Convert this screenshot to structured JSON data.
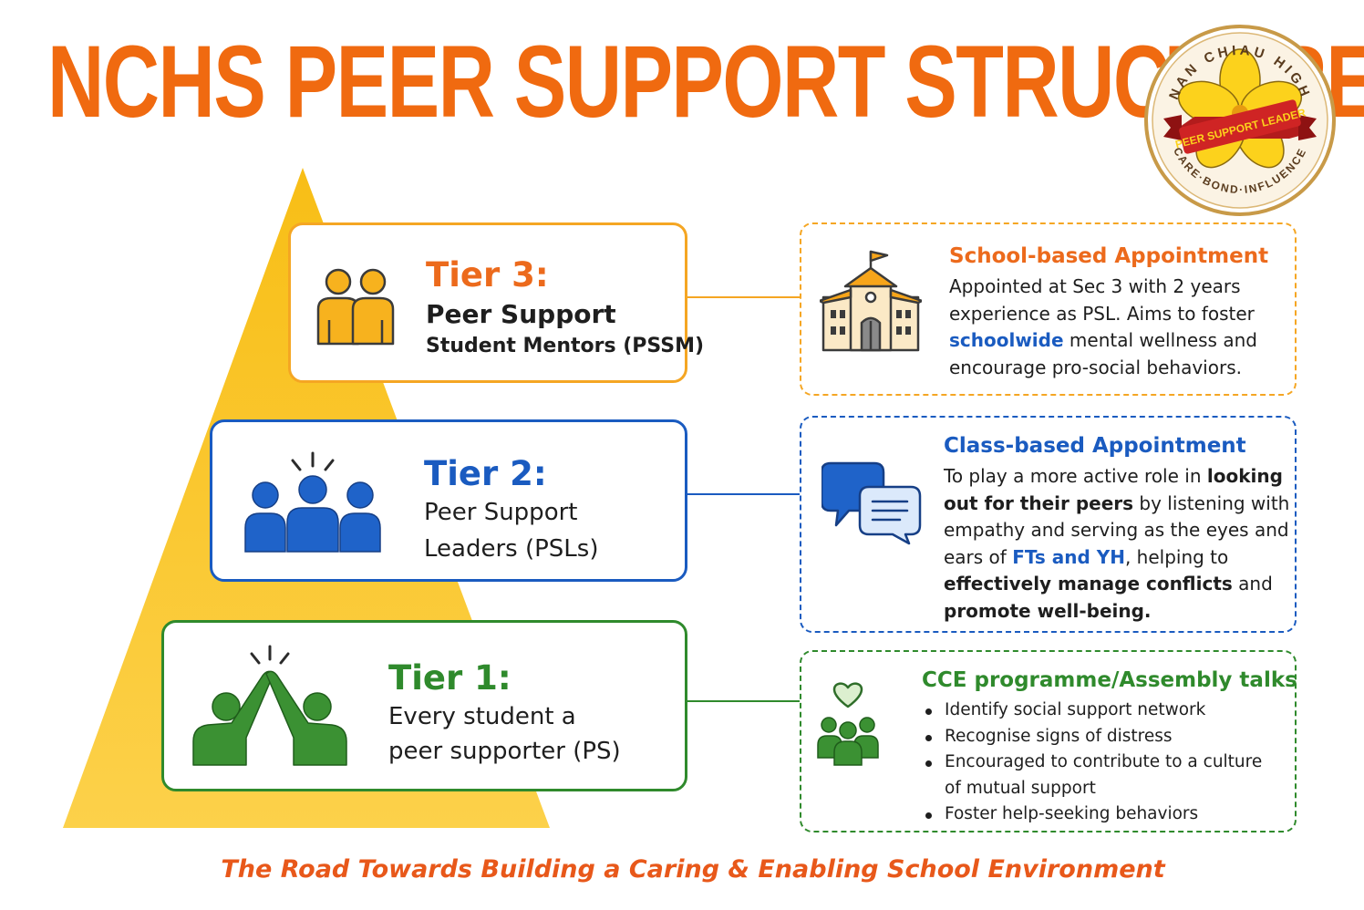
{
  "title": "NCHS PEER SUPPORT STRUCTURE",
  "footer": "The Road Towards Building a Caring & Enabling School Environment",
  "logo": {
    "top_text": "NAN CHIAU HIGH",
    "banner_text": "PEER SUPPORT LEADER",
    "bottom_text": "CARE·BOND·INFLUENCE"
  },
  "colors": {
    "title": "#f06a10",
    "tier3": "#f5a623",
    "tier3_text": "#ec6a1c",
    "tier2": "#1a5bc0",
    "tier1": "#2f8a2c",
    "pyramid": "#fac825"
  },
  "tiers": [
    {
      "id": "tier3",
      "icon": "two-people-icon",
      "heading": "Tier 3:",
      "lines": [
        "Peer Support",
        "Student Mentors (PSSM)"
      ],
      "desc_icon": "school-building-icon",
      "desc_title": "School-based Appointment",
      "desc_lines": [
        "Appointed at Sec 3 with 2 years",
        "experience as PSL. Aims to foster",
        "schoolwide mental wellness and",
        "encourage pro-social behaviors."
      ]
    },
    {
      "id": "tier2",
      "icon": "group-of-three-icon",
      "heading": "Tier 2:",
      "lines": [
        "Peer Support",
        "Leaders (PSLs)"
      ],
      "desc_icon": "chat-bubbles-icon",
      "desc_title": "Class-based Appointment",
      "desc_lines": [
        "To play a more active role in looking",
        "out for their peers by listening with",
        "empathy and serving as the eyes and",
        "ears of FTs and YH, helping to",
        "effectively manage conflicts and",
        "promote well-being."
      ]
    },
    {
      "id": "tier1",
      "icon": "high-five-icon",
      "heading": "Tier 1:",
      "lines": [
        "Every student a",
        "peer supporter (PS)"
      ],
      "desc_icon": "community-heart-icon",
      "desc_title": "CCE programme/Assembly talks",
      "bullets": [
        "Identify social support network",
        "Recognise signs of distress",
        "Encouraged to contribute to a culture",
        "of mutual support",
        "Foster help-seeking behaviors"
      ]
    }
  ]
}
